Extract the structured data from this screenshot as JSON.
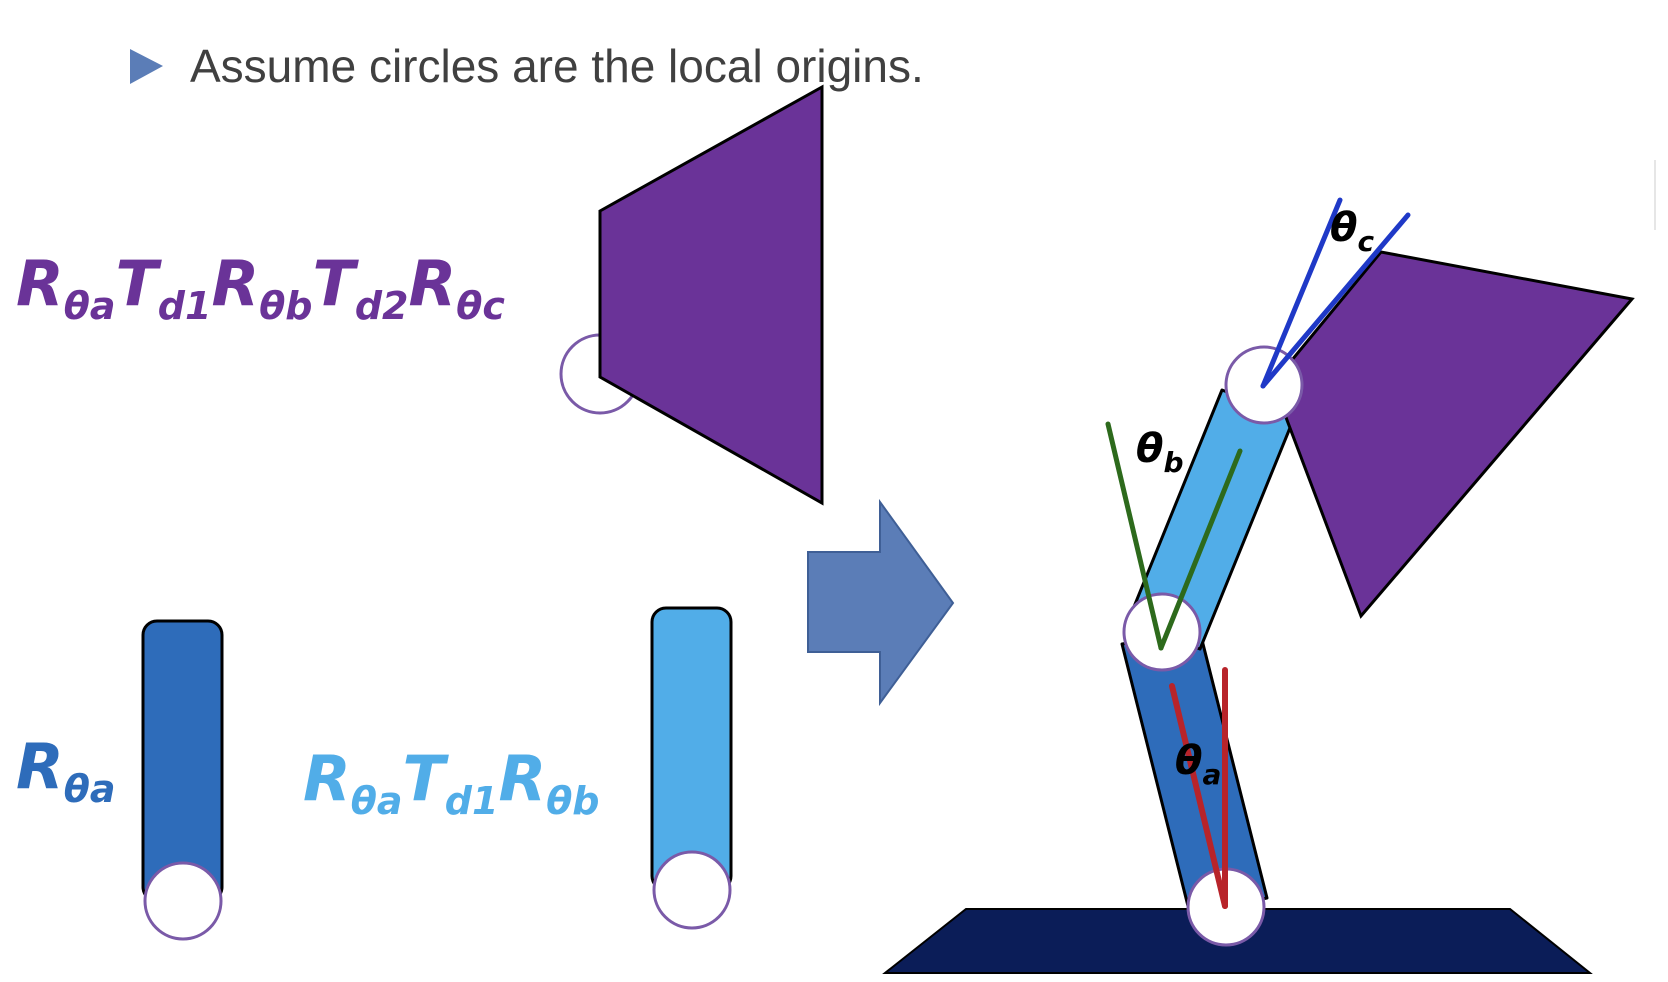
{
  "bullet": {
    "text": "Assume circles are the local origins."
  },
  "formulas": {
    "purple": {
      "parts": [
        {
          "base": "R",
          "sub": "θa"
        },
        {
          "base": "T",
          "sub": "d1"
        },
        {
          "base": "R",
          "sub": "θb"
        },
        {
          "base": "T",
          "sub": "d2"
        },
        {
          "base": "R",
          "sub": "θc"
        }
      ]
    },
    "dark_blue": {
      "parts": [
        {
          "base": "R",
          "sub": "θa"
        }
      ]
    },
    "light_blue": {
      "parts": [
        {
          "base": "R",
          "sub": "θa"
        },
        {
          "base": "T",
          "sub": "d1"
        },
        {
          "base": "R",
          "sub": "θb"
        }
      ]
    }
  },
  "angle_labels": {
    "a": {
      "base": "θ",
      "sub": "a"
    },
    "b": {
      "base": "θ",
      "sub": "b"
    },
    "c": {
      "base": "θ",
      "sub": "c"
    }
  },
  "colors": {
    "purple": "#6a3398",
    "dark_blue_link": "#2e6cba",
    "light_blue_link": "#51ade8",
    "arrow": "#5b7db7",
    "base": "#0b1d58",
    "formula_purple": "#6a3398",
    "formula_dark_blue": "#2e6cba",
    "formula_light_blue": "#51ade8",
    "angle_red": "#b8242a",
    "angle_green": "#2d6a1c",
    "angle_blue": "#1f39c7",
    "circle_stroke": "#7a5aa8",
    "bullet_marker": "#5b7db7"
  },
  "icons": {
    "bullet_marker": "triangle-right-icon",
    "transform_arrow": "arrow-right-icon"
  }
}
